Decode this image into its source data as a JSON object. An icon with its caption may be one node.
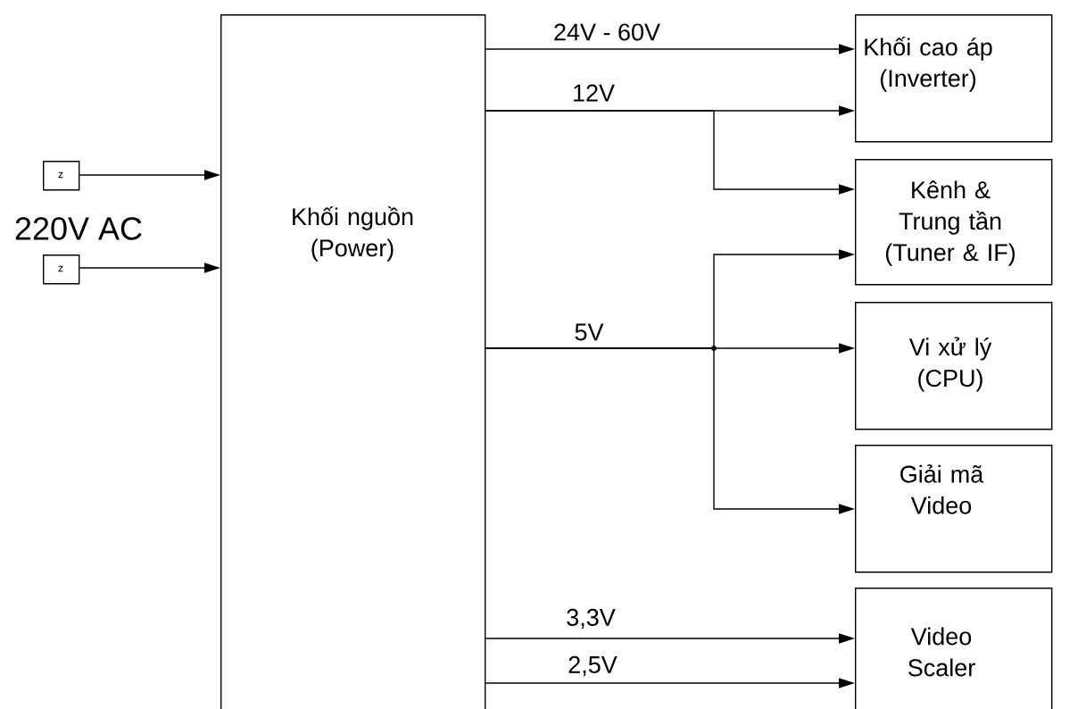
{
  "diagram": {
    "nodes": [
      {
        "text": [
          "z"
        ]
      },
      {
        "text": [
          "z"
        ]
      },
      {
        "text": [
          "Khối nguồn (Power)"
        ]
      },
      {
        "text": [
          "Khối cao áp (Inverter)"
        ]
      },
      {
        "text": [
          "Kênh & Trung tần (Tuner & IF)"
        ]
      },
      {
        "text": [
          "Vi xử lý (CPU)"
        ]
      },
      {
        "text": [
          "Giải mã Video"
        ]
      },
      {
        "text": [
          "Video Scaler"
        ]
      }
    ],
    "edges": [
      {
        "from": 0,
        "to": 2,
        "arrow": "to"
      },
      {
        "from": 1,
        "to": 2,
        "arrow": "to"
      },
      {
        "from": 2,
        "to": 3,
        "arrow": "to",
        "label": "24V - 60V"
      },
      {
        "from": 2,
        "to": 3,
        "arrow": "to",
        "label": "12V"
      },
      {
        "from": 2,
        "to": 4,
        "arrow": "to"
      },
      {
        "from": 2,
        "to": 5,
        "arrow": "to",
        "label": "5V"
      },
      {
        "from": 2,
        "to": 4,
        "arrow": "to"
      },
      {
        "from": 2,
        "to": 6,
        "arrow": "to"
      },
      {
        "from": 2,
        "to": 7,
        "arrow": "to",
        "label": "3,3V"
      },
      {
        "from": 2,
        "to": 7,
        "arrow": "to",
        "label": "2,5V"
      }
    ],
    "labels": [
      "220V AC"
    ]
  }
}
